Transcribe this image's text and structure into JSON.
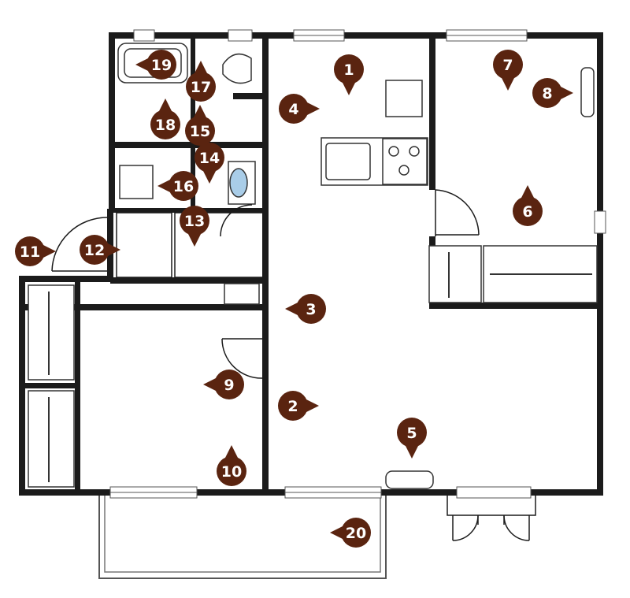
{
  "markers": [
    {
      "num": "1",
      "dir": "down"
    },
    {
      "num": "2",
      "dir": "right"
    },
    {
      "num": "3",
      "dir": "left"
    },
    {
      "num": "4",
      "dir": "right"
    },
    {
      "num": "5",
      "dir": "down"
    },
    {
      "num": "6",
      "dir": "up"
    },
    {
      "num": "7",
      "dir": "down"
    },
    {
      "num": "8",
      "dir": "right"
    },
    {
      "num": "9",
      "dir": "left"
    },
    {
      "num": "10",
      "dir": "up"
    },
    {
      "num": "11",
      "dir": "right"
    },
    {
      "num": "12",
      "dir": "right"
    },
    {
      "num": "13",
      "dir": "down"
    },
    {
      "num": "14",
      "dir": "down"
    },
    {
      "num": "15",
      "dir": "up"
    },
    {
      "num": "16",
      "dir": "left"
    },
    {
      "num": "17",
      "dir": "up"
    },
    {
      "num": "18",
      "dir": "up"
    },
    {
      "num": "19",
      "dir": "left"
    },
    {
      "num": "20",
      "dir": "left"
    }
  ],
  "colors": {
    "marker": "#5a2410",
    "wall": "#1b1b1b",
    "fixture_water": "#a9cde8"
  }
}
